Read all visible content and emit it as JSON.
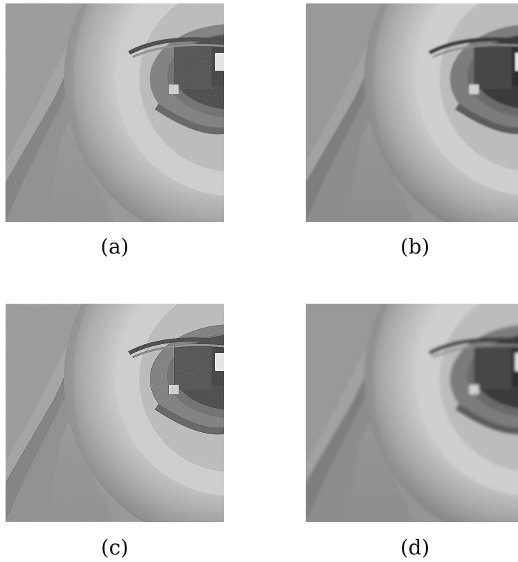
{
  "panels": [
    {
      "id": "a",
      "caption": "(a)",
      "variant": "original"
    },
    {
      "id": "b",
      "caption": "(b)",
      "variant": "smoothed"
    },
    {
      "id": "c",
      "caption": "(c)",
      "variant": "sharp"
    },
    {
      "id": "d",
      "caption": "(d)",
      "variant": "blurred"
    }
  ],
  "colors": {
    "background": "#ffffff",
    "caption_text": "#111111"
  }
}
